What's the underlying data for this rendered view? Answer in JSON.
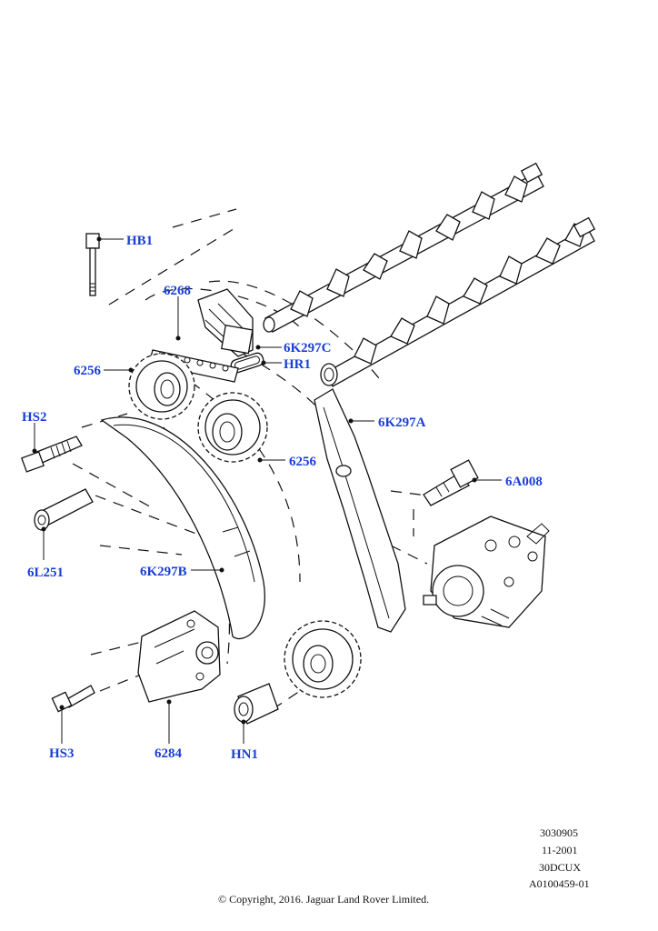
{
  "callouts": {
    "hb1": "HB1",
    "p6268": "6268",
    "p6k297c": "6K297C",
    "hr1": "HR1",
    "p6256_upper": "6256",
    "p6k297a": "6K297A",
    "hs2": "HS2",
    "p6256_lower": "6256",
    "p6a008": "6A008",
    "p6l251": "6L251",
    "p6k297b": "6K297B",
    "hs3": "HS3",
    "p6284": "6284",
    "hn1": "HN1"
  },
  "reference": {
    "line1": "3030905",
    "line2": "11-2001",
    "line3": "30DCUX",
    "line4": "A0100459-01"
  },
  "footer": {
    "copyright": "© Copyright, 2016. Jaguar Land Rover Limited."
  },
  "colors": {
    "callout": "#1a3fd6",
    "line": "#111111",
    "background": "#ffffff"
  }
}
